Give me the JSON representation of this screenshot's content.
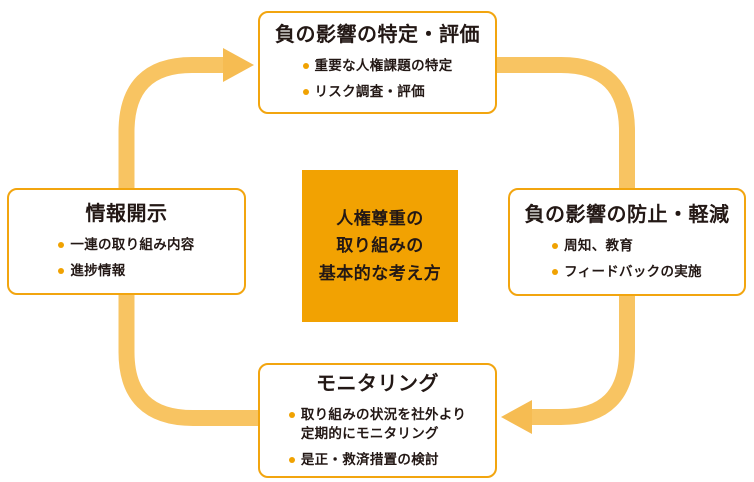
{
  "colors": {
    "background": "#FFFFFF",
    "band": "#F8C462",
    "arrowhead": "#F6BC52",
    "box_border": "#F2A50F",
    "center_fill": "#F2A202",
    "bullet_dot": "#F0A202",
    "text": "#231815"
  },
  "center": {
    "text": "人権尊重の\n取り組みの\n基本的な考え方"
  },
  "nodes": {
    "top": {
      "title": "負の影響の特定・評価",
      "bullets": [
        "重要な人権課題の特定",
        "リスク調査・評価"
      ]
    },
    "right": {
      "title": "負の影響の防止・軽減",
      "bullets": [
        "周知、教育",
        "フィードバックの実施"
      ]
    },
    "bottom": {
      "title": "モニタリング",
      "bullets": [
        "取り組みの状況を社外より\n定期的にモニタリング",
        "是正・救済措置の検討"
      ]
    },
    "left": {
      "title": "情報開示",
      "bullets": [
        "一連の取り組み内容",
        "進捗情報"
      ]
    }
  }
}
